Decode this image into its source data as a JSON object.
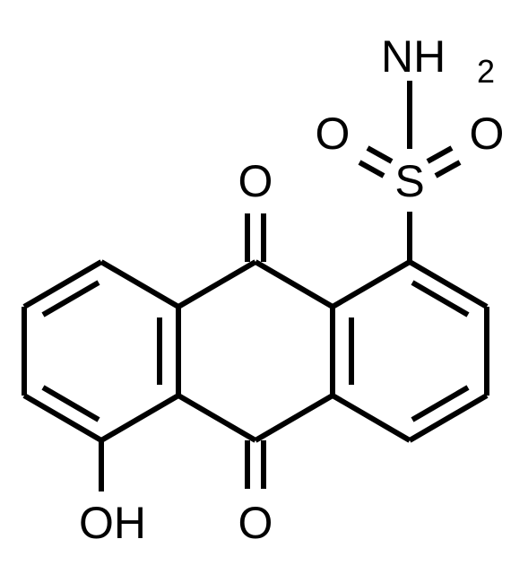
{
  "molecule": {
    "atoms": {
      "amine_n": "NH",
      "amine_sub": "2",
      "sulfonyl_o_left": "O",
      "sulfonyl_o_right": "O",
      "sulfur": "S",
      "carbonyl_o_top": "O",
      "carbonyl_o_bottom": "O",
      "hydroxyl": "OH"
    },
    "colors": {
      "stroke": "#000000",
      "background": "#ffffff"
    }
  }
}
